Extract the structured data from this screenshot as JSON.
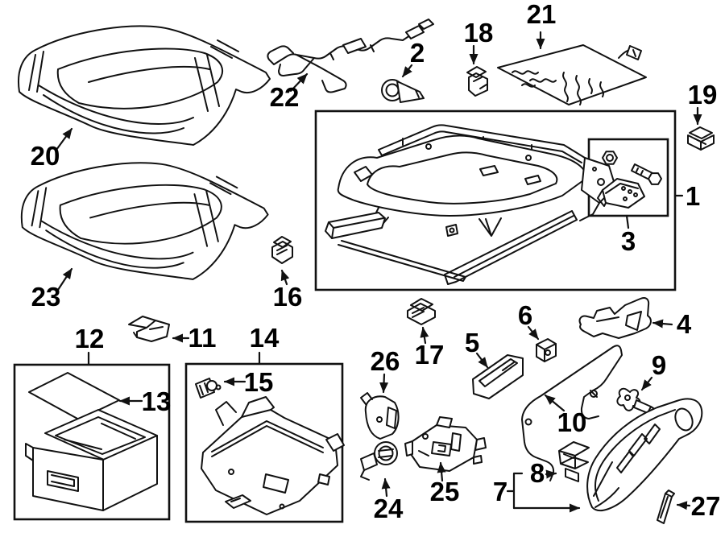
{
  "figure": {
    "kind": "exploded parts diagram",
    "subject": "vehicle front seat - cushion, track and trim components",
    "background_color": "#ffffff",
    "line_color": "#111111",
    "label_color": "#000000"
  },
  "callouts": [
    {
      "number": "1",
      "part": "seat-track-frame-assembly-box"
    },
    {
      "number": "2",
      "part": "cone-plug"
    },
    {
      "number": "3",
      "part": "bolt-and-bracket-kit-box"
    },
    {
      "number": "4",
      "part": "recliner-side-bracket"
    },
    {
      "number": "5",
      "part": "trim-cap"
    },
    {
      "number": "6",
      "part": "spacer-plate"
    },
    {
      "number": "7",
      "part": "seat-side-trim-panel"
    },
    {
      "number": "8",
      "part": "retaining-clip"
    },
    {
      "number": "9",
      "part": "fastener-screw"
    },
    {
      "number": "10",
      "part": "frame-wire"
    },
    {
      "number": "11",
      "part": "mount-clip"
    },
    {
      "number": "12",
      "part": "storage-drawer-box"
    },
    {
      "number": "13",
      "part": "drawer-mat"
    },
    {
      "number": "14",
      "part": "support-tray-box"
    },
    {
      "number": "15",
      "part": "plug-fastener"
    },
    {
      "number": "16",
      "part": "mount-clip"
    },
    {
      "number": "17",
      "part": "mount-clip"
    },
    {
      "number": "18",
      "part": "mount-clip"
    },
    {
      "number": "19",
      "part": "mount-clip"
    },
    {
      "number": "20",
      "part": "seat-cushion-pad"
    },
    {
      "number": "21",
      "part": "seat-heater-element"
    },
    {
      "number": "22",
      "part": "wiring-harness"
    },
    {
      "number": "23",
      "part": "seat-cushion-pad"
    },
    {
      "number": "24",
      "part": "adjustment-knob"
    },
    {
      "number": "25",
      "part": "switch-module"
    },
    {
      "number": "26",
      "part": "pivot-cover"
    },
    {
      "number": "27",
      "part": "trim-strip"
    }
  ]
}
